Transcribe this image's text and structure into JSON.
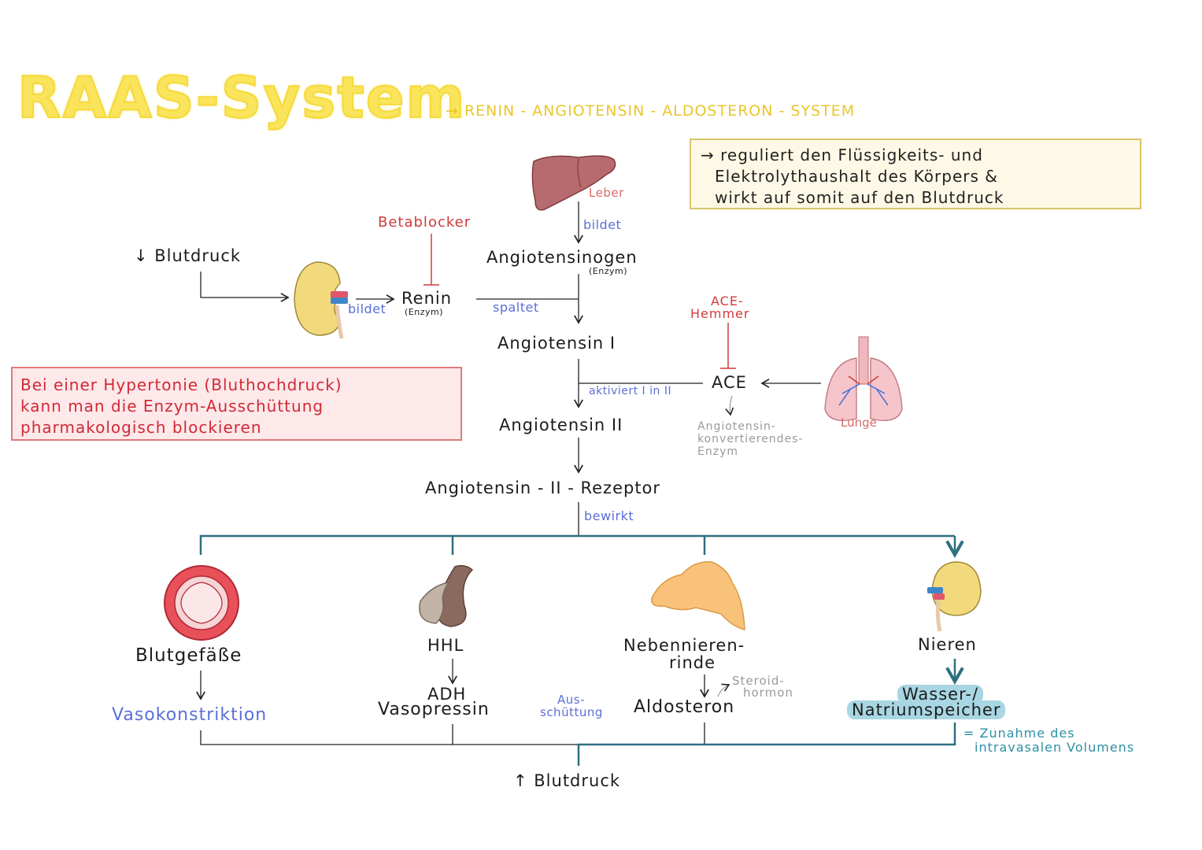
{
  "title": "RAAS-System",
  "subtitle": "→ RENIN - ANGIOTENSIN - ALDOSTERON - SYSTEM",
  "info_box": {
    "line1": "→ reguliert den Flüssigkeits- und",
    "line2": "Elektrolythaushalt des Körpers &",
    "line3": "wirkt auf somit auf den Blutdruck"
  },
  "warning_box": {
    "line1": "Bei einer Hypertonie (Bluthochdruck)",
    "line2": "kann man die Enzym-Ausschüttung",
    "line3": "pharmakologisch blockieren"
  },
  "nodes": {
    "blutdruck_low": "↓ Blutdruck",
    "leber": "Leber",
    "bildet_1": "bildet",
    "angiotensinogen": "Angiotensinogen",
    "enzym_1": "(Enzym)",
    "betablocker": "Betablocker",
    "bildet_2": "bildet",
    "renin": "Renin",
    "enzym_2": "(Enzym)",
    "spaltet": "spaltet",
    "angiotensin_1": "Angiotensin I",
    "ace_hemmer_1": "ACE-",
    "ace_hemmer_2": "Hemmer",
    "ace": "ACE",
    "lunge": "Lunge",
    "aktiviert": "aktiviert I in II",
    "ace_full_1": "Angiotensin-",
    "ace_full_2": "konvertierendes-",
    "ace_full_3": "Enzym",
    "angiotensin_2": "Angiotensin II",
    "rezeptor": "Angiotensin - II - Rezeptor",
    "bewirkt": "bewirkt"
  },
  "targets": {
    "blutgefaesse": "Blutgefäße",
    "vasokonstriktion": "Vasokonstriktion",
    "hhl": "HHL",
    "adh": "ADH",
    "vasopressin": "Vasopressin",
    "ausschuettung_1": "Aus-",
    "ausschuettung_2": "schüttung",
    "nebennieren_1": "Nebennieren-",
    "nebennieren_2": "rinde",
    "steroid_1": "Steroid-",
    "steroid_2": "hormon",
    "aldosteron": "Aldosteron",
    "nieren": "Nieren",
    "speicher_1": "Wasser-/",
    "speicher_2": "Natriumspeicher",
    "zunahme_1": "= Zunahme des",
    "zunahme_2": "intravasalen Volumens"
  },
  "blutdruck_high": "↑ Blutdruck",
  "colors": {
    "title": "#f9e45b",
    "enzyme_label": "#5b6fd6",
    "blocker": "#d13a3a",
    "teal_line": "#2f6f80",
    "info_border": "#d8c56a",
    "warn_border": "#e07a7a"
  },
  "icons": [
    "liver-icon",
    "kidney-icon",
    "lung-icon",
    "blood-vessel-icon",
    "pituitary-icon",
    "adrenal-icon"
  ]
}
